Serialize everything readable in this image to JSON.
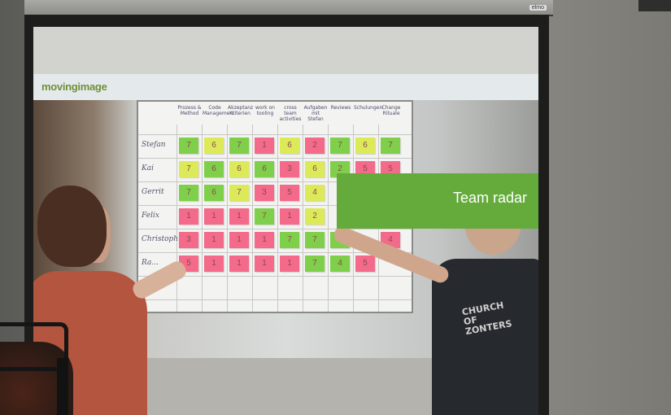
{
  "slide": {
    "brand": "movingimage",
    "title": "Team radar"
  },
  "board": {
    "column_headers": [
      "Prozess & Method",
      "Code Management",
      "Akzeptanz Kriterien",
      "work on tooling",
      "cross team activities",
      "Aufgaben mit Stefan",
      "Reviews",
      "Schulungen",
      "Change Rituale"
    ],
    "row_names": [
      "Stefan",
      "Kai",
      "Gerrit",
      "Felix",
      "Christoph",
      "Ra..."
    ],
    "notes": [
      [
        [
          "7",
          "g"
        ],
        [
          "6",
          "y"
        ],
        [
          "7",
          "g"
        ],
        [
          "1",
          "p"
        ],
        [
          "6",
          "y"
        ],
        [
          "2",
          "p"
        ],
        [
          "7",
          "g"
        ],
        [
          "6",
          "y"
        ],
        [
          "7",
          "g"
        ]
      ],
      [
        [
          "7",
          "y"
        ],
        [
          "6",
          "g"
        ],
        [
          "6",
          "y"
        ],
        [
          "6",
          "g"
        ],
        [
          "3",
          "p"
        ],
        [
          "6",
          "y"
        ],
        [
          "2",
          "g"
        ],
        [
          "5",
          "p"
        ],
        [
          "5",
          "p"
        ]
      ],
      [
        [
          "7",
          "g"
        ],
        [
          "6",
          "g"
        ],
        [
          "7",
          "y"
        ],
        [
          "3",
          "p"
        ],
        [
          "5",
          "p"
        ],
        [
          "4",
          "y"
        ],
        [
          "",
          ""
        ],
        [
          "",
          ""
        ],
        [
          "",
          ""
        ]
      ],
      [
        [
          "1",
          "p"
        ],
        [
          "1",
          "p"
        ],
        [
          "1",
          "p"
        ],
        [
          "7",
          "g"
        ],
        [
          "1",
          "p"
        ],
        [
          "2",
          "y"
        ],
        [
          "",
          ""
        ],
        [
          "",
          ""
        ],
        [
          "",
          ""
        ]
      ],
      [
        [
          "3",
          "p"
        ],
        [
          "1",
          "p"
        ],
        [
          "1",
          "p"
        ],
        [
          "1",
          "p"
        ],
        [
          "7",
          "g"
        ],
        [
          "7",
          "g"
        ],
        [
          "1",
          "g"
        ],
        [
          "",
          ""
        ],
        [
          "4",
          "p"
        ]
      ],
      [
        [
          "5",
          "p"
        ],
        [
          "1",
          "p"
        ],
        [
          "1",
          "p"
        ],
        [
          "1",
          "p"
        ],
        [
          "1",
          "p"
        ],
        [
          "7",
          "g"
        ],
        [
          "4",
          "g"
        ],
        [
          "5",
          "p"
        ],
        [
          "",
          ""
        ]
      ]
    ]
  },
  "shirt_print": "CHURCH OF ZONTERS",
  "screen_brand": "elmo",
  "colors": {
    "brand_green": "#64ab3c",
    "note_green": "#7fcf4a",
    "note_yellow": "#dcea5a",
    "note_pink": "#f36a8a"
  }
}
